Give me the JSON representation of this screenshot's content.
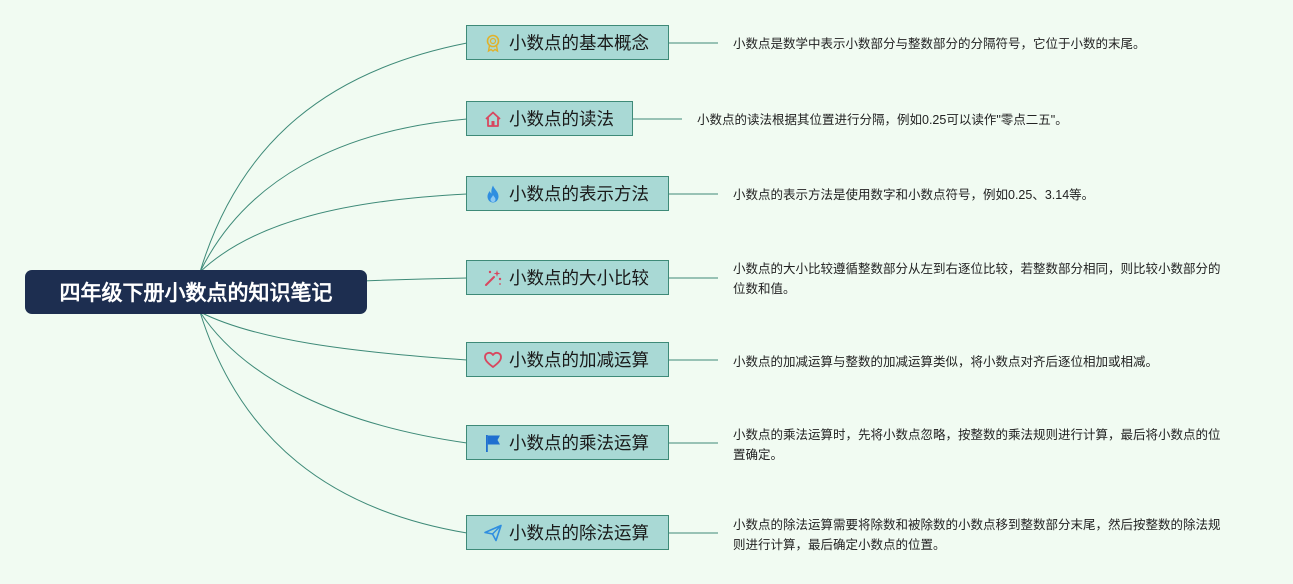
{
  "root": {
    "title": "四年级下册小数点的知识笔记"
  },
  "branches": [
    {
      "icon": "award-icon",
      "label": "小数点的基本概念",
      "desc": "小数点是数学中表示小数部分与整数部分的分隔符号，它位于小数的末尾。"
    },
    {
      "icon": "home-icon",
      "label": "小数点的读法",
      "desc": "小数点的读法根据其位置进行分隔，例如0.25可以读作\"零点二五\"。"
    },
    {
      "icon": "fire-icon",
      "label": "小数点的表示方法",
      "desc": "小数点的表示方法是使用数字和小数点符号，例如0.25、3.14等。"
    },
    {
      "icon": "sparkle-wand-icon",
      "label": "小数点的大小比较",
      "desc": "小数点的大小比较遵循整数部分从左到右逐位比较，若整数部分相同，则比较小数部分的位数和值。"
    },
    {
      "icon": "heart-icon",
      "label": "小数点的加减运算",
      "desc": "小数点的加减运算与整数的加减运算类似，将小数点对齐后逐位相加或相减。"
    },
    {
      "icon": "flag-icon",
      "label": "小数点的乘法运算",
      "desc": "小数点的乘法运算时，先将小数点忽略，按整数的乘法规则进行计算，最后将小数点的位置确定。"
    },
    {
      "icon": "paper-plane-icon",
      "label": "小数点的除法运算",
      "desc": "小数点的除法运算需要将除数和被除数的小数点移到整数部分末尾，然后按整数的除法规则进行计算，最后确定小数点的位置。"
    }
  ]
}
